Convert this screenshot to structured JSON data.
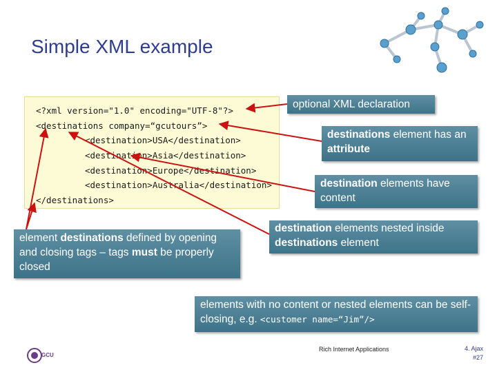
{
  "slide": {
    "title": "Simple XML example"
  },
  "code": {
    "lines": [
      "<?xml version=\"1.0\" encoding=\"UTF-8\"?>",
      "<destinations  company=“gcutours”>",
      "<destination>USA</destination>",
      "<destination>Asia</destination>",
      "<destination>Europe</destination>",
      "<destination>Australia</destination>",
      "</destinations>"
    ]
  },
  "callouts": {
    "xml_declaration": "optional XML declaration",
    "attribute_bold1": "destinations",
    "attribute_text1": " element has an ",
    "attribute_bold2": "attribute",
    "content_bold": "destination",
    "content_text": " elements have content",
    "nested_bold1": "destination",
    "nested_text1": " elements nested inside ",
    "nested_bold2": "destinations",
    "nested_text2": " element",
    "selfclose_text": "elements with no content or nested elements can be self-closing, e.g. ",
    "selfclose_code": "<customer name=“Jim”/>",
    "defined_text1": "element ",
    "defined_bold1": "destinations",
    "defined_text2": " defined by opening and closing tags – tags ",
    "defined_bold2": "must",
    "defined_text3": " be properly closed"
  },
  "footer": {
    "center": "Rich Internet Applications",
    "right_line1": "4. Ajax",
    "right_line2": "#27",
    "logo_text": "GCU"
  },
  "colors": {
    "title": "#2e3d8f",
    "callout": "#4a7f94",
    "arrow": "#cc1111",
    "code_bg": "#fdfbd6"
  },
  "icons": {
    "network": "molecule-network-icon",
    "logo": "gcu-logo"
  }
}
